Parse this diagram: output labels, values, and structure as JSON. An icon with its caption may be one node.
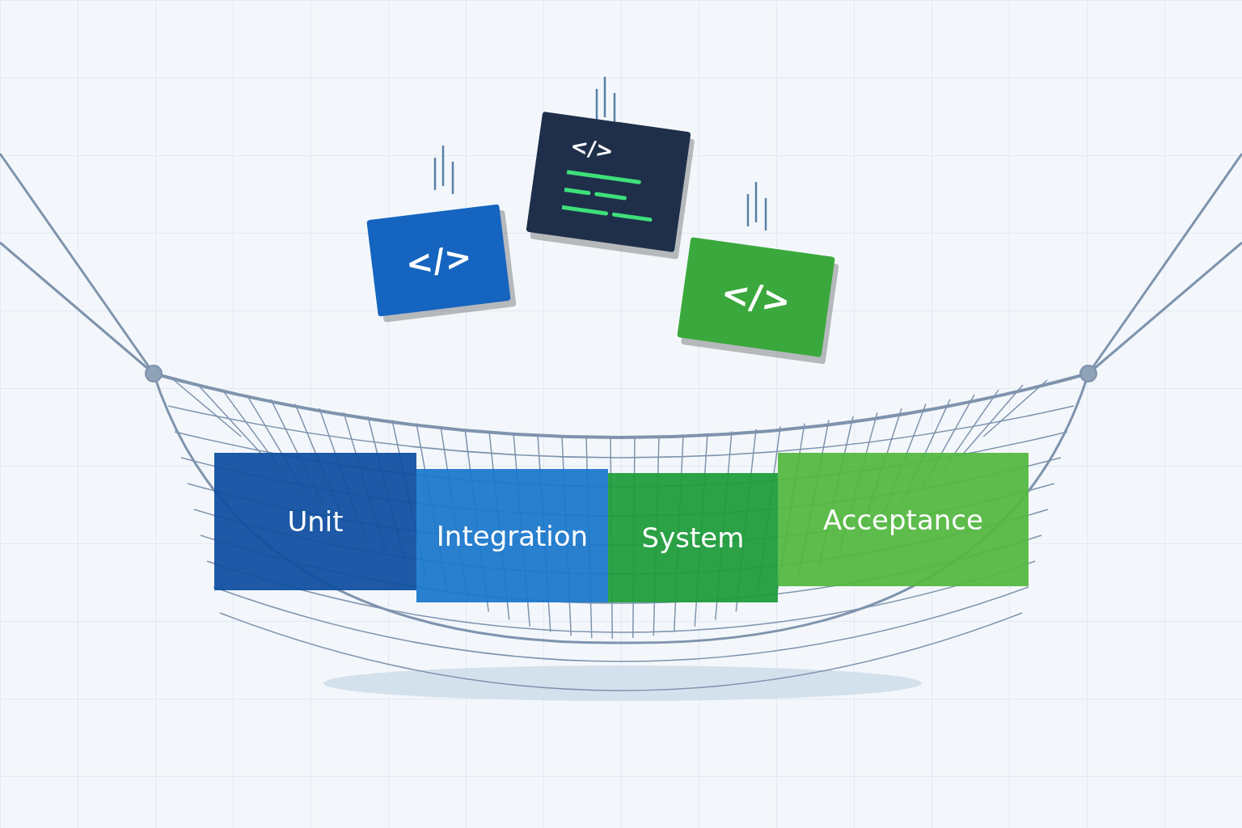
{
  "diagram": {
    "nodes": [
      {
        "text": [
          "</>"
        ]
      },
      {
        "text": [
          "</>"
        ]
      },
      {
        "text": [
          "</>"
        ]
      },
      {
        "text": [
          "Unit"
        ]
      },
      {
        "text": [
          "Integration"
        ]
      },
      {
        "text": [
          "System"
        ]
      },
      {
        "text": [
          "Acceptance"
        ]
      }
    ]
  }
}
